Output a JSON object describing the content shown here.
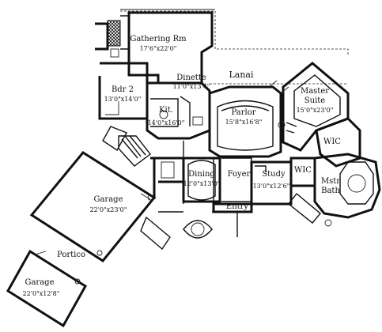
{
  "rooms": {
    "gathering": {
      "name": "Gathering Rm",
      "dim": "17'6\"x22'0\""
    },
    "bdr2": {
      "name": "Bdr 2",
      "dim": "13'0\"x14'0\""
    },
    "dinette": {
      "name": "Dinette",
      "dim": "11'0\"x13'4\""
    },
    "kit": {
      "name": "Kit.",
      "dim": "14'0\"x16'0\""
    },
    "lanai": {
      "name": "Lanai"
    },
    "parlor": {
      "name": "Parlor",
      "dim": "15'8\"x16'8\""
    },
    "master_suite": {
      "name": "Master",
      "name2": "Suite",
      "dim": "15'0\"x23'0\""
    },
    "wic1": {
      "name": "WIC"
    },
    "wic2": {
      "name": "WIC"
    },
    "mstr_bath": {
      "name": "Mstr",
      "name2": "Bath"
    },
    "dining": {
      "name": "Dining",
      "dim": "12'0\"x13'0\""
    },
    "foyer": {
      "name": "Foyer"
    },
    "study": {
      "name": "Study",
      "dim": "13'0\"x12'6\""
    },
    "entry": {
      "name": "Entry"
    },
    "garage": {
      "name": "Garage",
      "dim": "22'0\"x23'0\""
    },
    "portico": {
      "name": "Portico"
    },
    "garage2": {
      "name": "Garage",
      "dim": "22'0\"x12'8\""
    }
  }
}
